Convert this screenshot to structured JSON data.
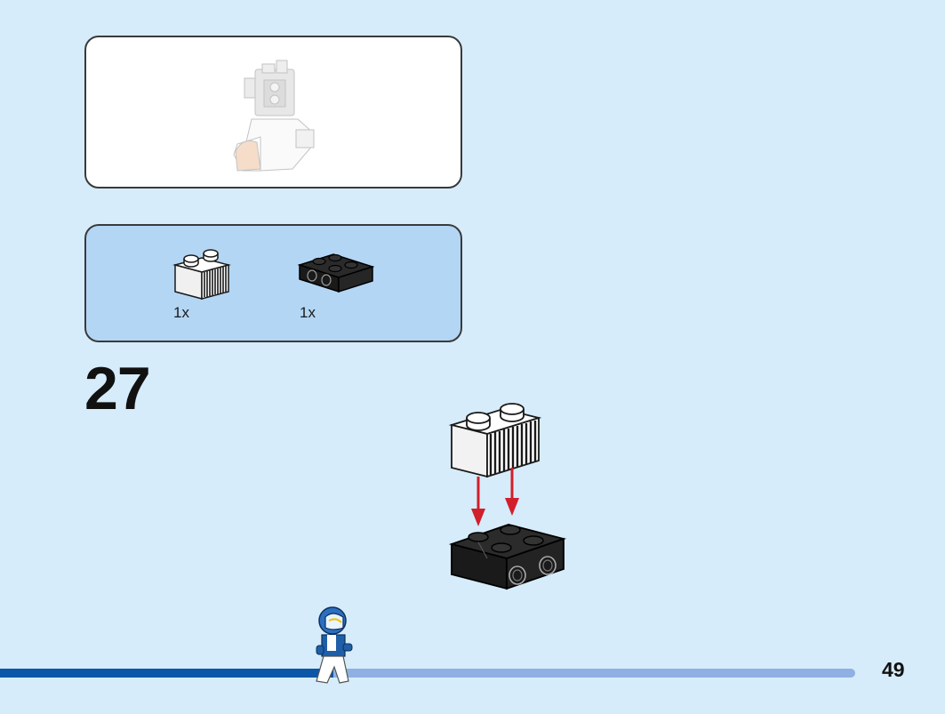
{
  "parts_list": [
    {
      "name": "white-1x2-grille-brick",
      "quantity": "1x",
      "color": "#ffffff"
    },
    {
      "name": "black-2x2-plate-with-side-studs",
      "quantity": "1x",
      "color": "#1e1e1e"
    }
  ],
  "step": {
    "number": "27"
  },
  "page": {
    "number": "49"
  },
  "progress": {
    "fraction": 0.39
  },
  "colors": {
    "background": "#d6ecfa",
    "parts_panel": "#b3d6f4",
    "progress_done": "#0c56a8",
    "progress_remaining": "#8fb0e3",
    "arrow": "#d11f2b"
  }
}
